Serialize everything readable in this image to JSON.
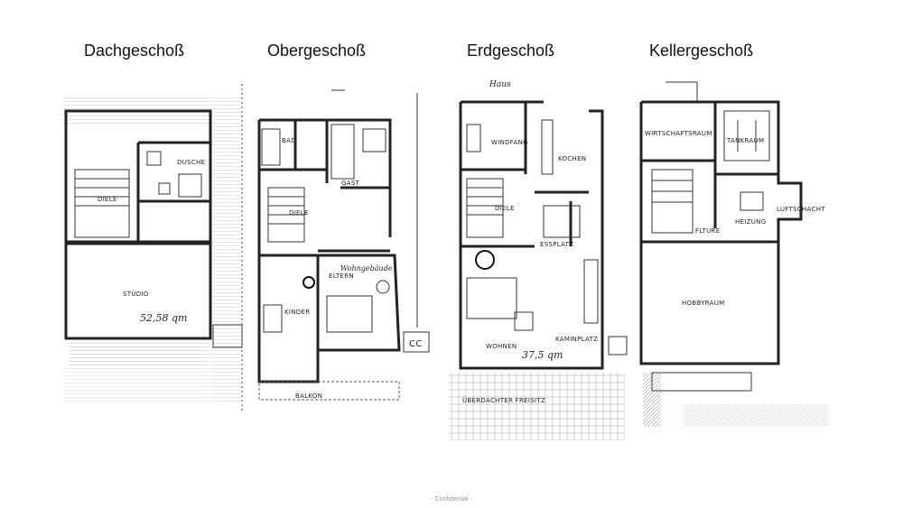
{
  "floors": [
    {
      "title": "Dachgeschoß",
      "rooms": [
        "DUSCHE",
        "DIELE",
        "STÜDIO"
      ],
      "area_note": "52,58 qm"
    },
    {
      "title": "Obergeschoß",
      "rooms": [
        "BAD",
        "GAST",
        "DIELE",
        "ELTERN",
        "KINDER",
        "BALKON"
      ],
      "hand_note": "Wohngebäude",
      "cc_label": "CC"
    },
    {
      "title": "Erdgeschoß",
      "top_note": "Haus",
      "rooms": [
        "WINDFANG",
        "KOCHEN",
        "DIELE",
        "ESSPLATZ",
        "WOHNEN",
        "KAMINPLATZ",
        "ÜBERDACHTER FREISITZ"
      ],
      "area_note": "37,5 qm"
    },
    {
      "title": "Kellergeschoß",
      "rooms": [
        "WIRTSCHAFTSRAUM",
        "TANKRAUM",
        "LUFTSCHACHT",
        "HEIZUNG",
        "FLTURE",
        "HOBBYRAUM"
      ]
    }
  ],
  "footer": "- Confidential -"
}
